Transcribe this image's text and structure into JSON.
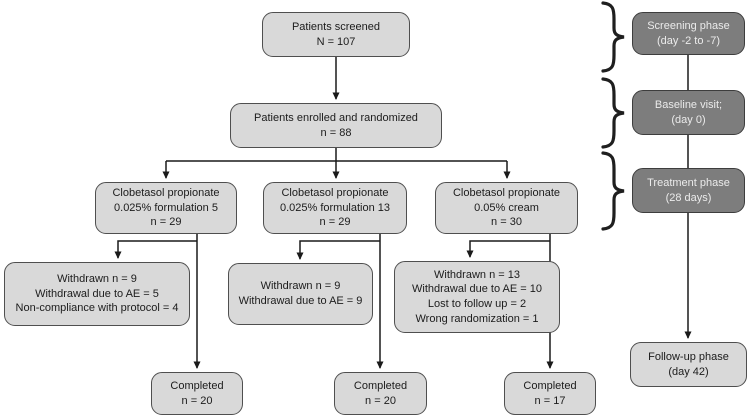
{
  "title": "Patient disposition flow diagram",
  "colors": {
    "light_box_fill": "#d9d9d9",
    "dark_box_fill": "#7d7d7d",
    "box_border": "#4f4f4f",
    "connector_line": "#1a1a1a",
    "light_box_text": "#1c1c1c",
    "dark_box_text": "#ebebeb",
    "background": "#ffffff"
  },
  "flow": {
    "screened": {
      "lines": [
        "Patients screened",
        "N = 107"
      ]
    },
    "enrolled": {
      "lines": [
        "Patients enrolled and randomized",
        "n = 88"
      ]
    },
    "arm1": {
      "lines": [
        "Clobetasol propionate",
        "0.025% formulation 5",
        "n = 29"
      ]
    },
    "arm2": {
      "lines": [
        "Clobetasol propionate",
        "0.025% formulation 13",
        "n = 29"
      ]
    },
    "arm3": {
      "lines": [
        "Clobetasol propionate",
        "0.05% cream",
        "n = 30"
      ]
    },
    "withdrawn1": {
      "lines": [
        "Withdrawn n = 9",
        "Withdrawal due to AE = 5",
        "Non-compliance with protocol = 4"
      ]
    },
    "withdrawn2": {
      "lines": [
        "Withdrawn n = 9",
        "Withdrawal due to AE = 9"
      ]
    },
    "withdrawn3": {
      "lines": [
        "Withdrawn n = 13",
        "Withdrawal due to AE = 10",
        "Lost to follow up = 2",
        "Wrong randomization = 1"
      ]
    },
    "completed1": {
      "lines": [
        "Completed",
        "n = 20"
      ]
    },
    "completed2": {
      "lines": [
        "Completed",
        "n = 20"
      ]
    },
    "completed3": {
      "lines": [
        "Completed",
        "n = 17"
      ]
    }
  },
  "phases": {
    "screening": {
      "lines": [
        "Screening phase",
        "(day -2 to -7)"
      ]
    },
    "baseline": {
      "lines": [
        "Baseline visit;",
        "(day 0)"
      ]
    },
    "treatment": {
      "lines": [
        "Treatment phase",
        "(28 days)"
      ]
    },
    "followup": {
      "lines": [
        "Follow-up phase",
        "(day 42)"
      ]
    }
  }
}
